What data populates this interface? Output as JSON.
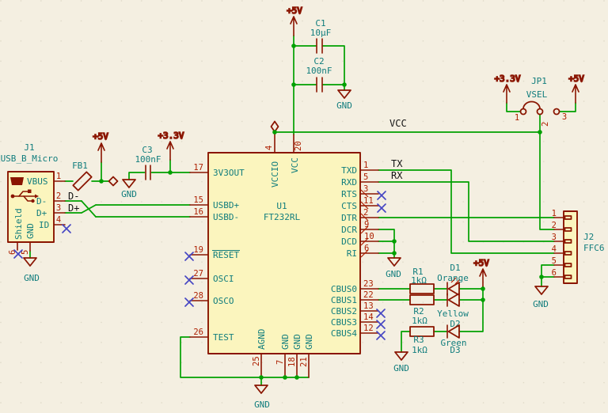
{
  "schematic": {
    "colors": {
      "background": "#F4EFE1",
      "wire_green": "#00A000",
      "symbol_outline": "#8A1500",
      "symbol_fill": "#FBF5BE",
      "pin_number_red": "#AD1F00",
      "name_teal": "#117D7D",
      "net_label_black": "#141414",
      "no_connect_blue": "#4646C3"
    },
    "components": {
      "j1": {
        "ref": "J1",
        "value": "USB_B_Micro",
        "pin_numbers": [
          "1",
          "2",
          "3",
          "4",
          "5",
          "6"
        ],
        "pin_names": {
          "vbus": "VBUS",
          "dminus": "D-",
          "dplus": "D+",
          "id": "ID",
          "gnd": "GND",
          "shield": "Shield"
        }
      },
      "fb1": {
        "ref": "FB1"
      },
      "c1": {
        "ref": "C1",
        "value": "10µF"
      },
      "c2": {
        "ref": "C2",
        "value": "100nF"
      },
      "c3": {
        "ref": "C3",
        "value": "100nF"
      },
      "u1": {
        "ref": "U1",
        "value": "FT232RL",
        "left_pins": [
          {
            "num": "17",
            "name": "3V3OUT"
          },
          {
            "num": "15",
            "name": "USBD+"
          },
          {
            "num": "16",
            "name": "USBD-"
          },
          {
            "num": "19",
            "name": "RESET"
          },
          {
            "num": "27",
            "name": "OSCI"
          },
          {
            "num": "28",
            "name": "OSCO"
          },
          {
            "num": "26",
            "name": "TEST"
          }
        ],
        "top_pins": [
          {
            "num": "4",
            "name": "VCCIO"
          },
          {
            "num": "20",
            "name": "VCC"
          }
        ],
        "right_pins": [
          {
            "num": "1",
            "name": "TXD"
          },
          {
            "num": "5",
            "name": "RXD"
          },
          {
            "num": "3",
            "name": "RTS"
          },
          {
            "num": "11",
            "name": "CTS"
          },
          {
            "num": "2",
            "name": "DTR"
          },
          {
            "num": "9",
            "name": "DCR"
          },
          {
            "num": "10",
            "name": "DCD"
          },
          {
            "num": "6",
            "name": "RI"
          },
          {
            "num": "23",
            "name": "CBUS0"
          },
          {
            "num": "22",
            "name": "CBUS1"
          },
          {
            "num": "13",
            "name": "CBUS2"
          },
          {
            "num": "14",
            "name": "CBUS3"
          },
          {
            "num": "12",
            "name": "CBUS4"
          }
        ],
        "bottom_pins": [
          {
            "num": "25",
            "name": "AGND"
          },
          {
            "num": "7",
            "name": "GND"
          },
          {
            "num": "18",
            "name": "GND"
          },
          {
            "num": "21",
            "name": "GND"
          }
        ]
      },
      "jp1": {
        "ref": "JP1",
        "value": "VSEL",
        "pin_numbers": [
          "1",
          "2",
          "3"
        ]
      },
      "j2": {
        "ref": "J2",
        "value": "FFC6",
        "pin_numbers": [
          "1",
          "2",
          "3",
          "4",
          "5",
          "6"
        ]
      },
      "r1": {
        "ref": "R1",
        "value": "1kΩ"
      },
      "r2": {
        "ref": "R2",
        "value": "1kΩ"
      },
      "r3": {
        "ref": "R3",
        "value": "1kΩ"
      },
      "d1": {
        "ref": "D1",
        "value": "Orange"
      },
      "d2": {
        "ref": "D2",
        "value": "Yellow"
      },
      "d3": {
        "ref": "D3",
        "value": "Green"
      }
    },
    "net_labels": {
      "dminus": "D-",
      "dplus": "D+",
      "tx": "TX",
      "rx": "RX",
      "vcc": "VCC"
    },
    "power": {
      "p5v": "+5V",
      "p3v3": "+3.3V",
      "gnd": "GND"
    }
  }
}
